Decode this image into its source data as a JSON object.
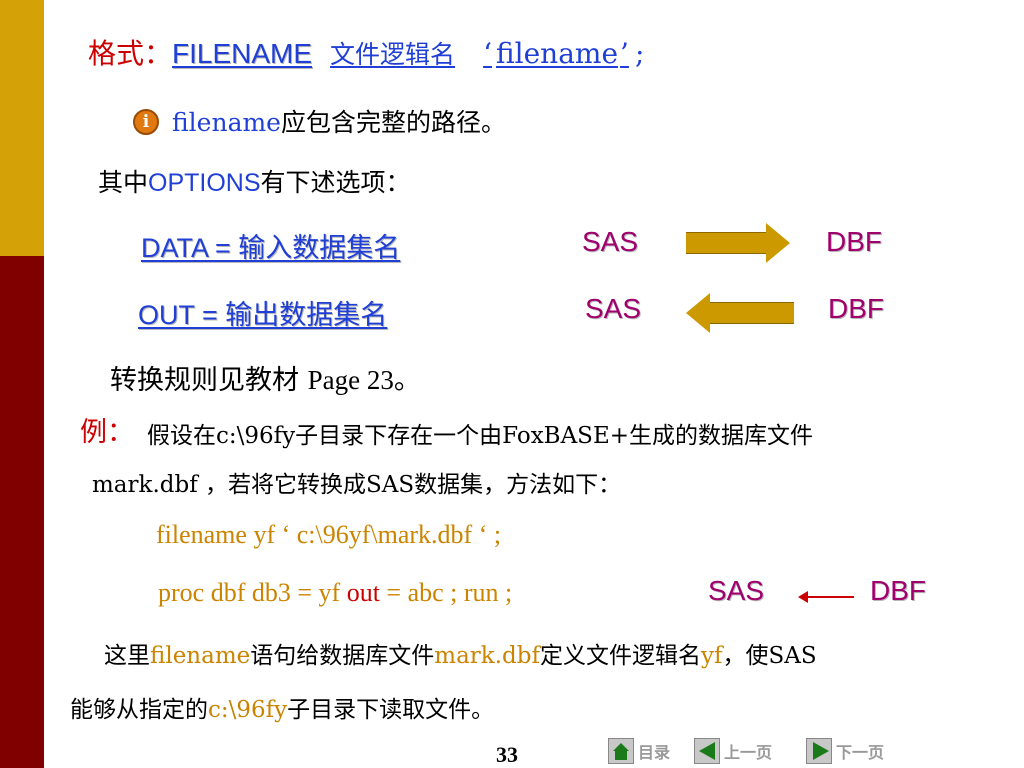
{
  "line1": {
    "prefix": "格式：",
    "keyword": "FILENAME",
    "logical": "文件逻辑名",
    "quote_open": "‘",
    "fname": "filename",
    "quote_close": "’",
    "semicolon": ";"
  },
  "line2": {
    "fname": "filename",
    "rest": "应包含完整的路径。"
  },
  "line3": {
    "pre": "其中",
    "keyword": "OPTIONS",
    "post": "有下述选项："
  },
  "line4": {
    "keyword": "DATA = 输入数据集名",
    "sas": "SAS",
    "dbf": "DBF"
  },
  "line5": {
    "keyword": "OUT = 输出数据集名",
    "sas": "SAS",
    "dbf": "DBF"
  },
  "line6": {
    "pre": "转换规则见教材 ",
    "page": "Page 23",
    "post": "。"
  },
  "example": {
    "label": "例：",
    "line1": "假设在c:\\96fy子目录下存在一个由FoxBASE+生成的数据库文件",
    "line2": "mark.dbf ，若将它转换成SAS数据集，方法如下："
  },
  "code": {
    "line1": "filename  yf  ‘ c:\\96yf\\mark.dbf ‘ ;",
    "line2_a": "proc  dbf  db3 = yf  ",
    "line2_out": "out",
    "line2_b": " = abc ;  run ;",
    "sas": "SAS",
    "dbf": "DBF"
  },
  "explain": {
    "p1": "这里",
    "p2": "filename",
    "p3": "语句给数据库文件",
    "p4": "mark.dbf",
    "p5": "定义文件逻辑名",
    "p6": "yf",
    "p7": "，使SAS",
    "p8": "能够从指定的",
    "p9": "c:\\96fy",
    "p10": "子目录下读取文件。"
  },
  "footer": {
    "page_number": "33",
    "toc_label": "目录",
    "prev_label": "上一页",
    "next_label": "下一页"
  },
  "colors": {
    "gold_bar": "#d4a106",
    "maroon_bar": "#800000",
    "red": "#cc0000",
    "blue": "#1f3fd6",
    "orange": "#cc8400",
    "magenta": "#a0006e"
  }
}
